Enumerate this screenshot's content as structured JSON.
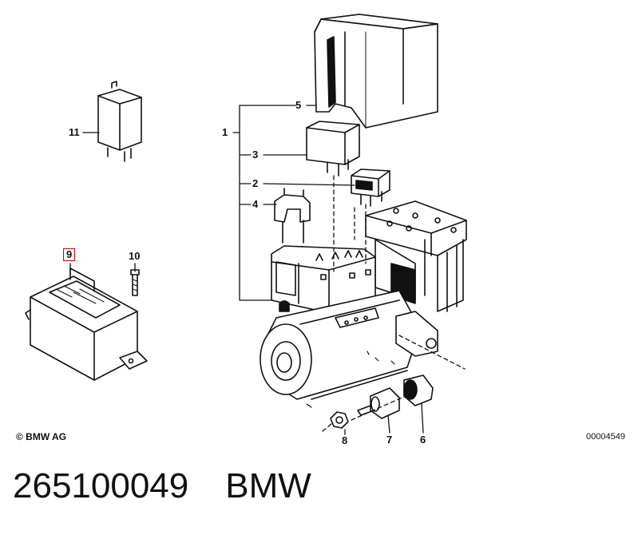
{
  "diagram": {
    "callouts": {
      "c1": "1",
      "c2": "2",
      "c3": "3",
      "c4": "4",
      "c5": "5",
      "c6": "6",
      "c7": "7",
      "c8": "8",
      "c9": "9",
      "c10": "10",
      "c11": "11"
    },
    "highlighted_callout": "9",
    "highlight_color": "#cc0000",
    "copyright": "© BMW AG",
    "drawing_number": "00004549"
  },
  "footer": {
    "part_number": "265100049",
    "brand": "BMW"
  }
}
